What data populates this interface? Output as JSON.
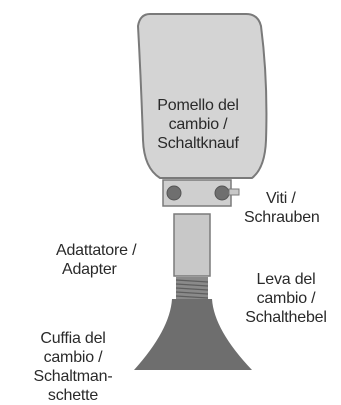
{
  "labels": {
    "knob": [
      "Pomello del",
      "cambio /",
      "Schaltknauf"
    ],
    "screws": [
      "Viti /",
      "Schrauben"
    ],
    "adapter": [
      "Adattatore /",
      "Adapter"
    ],
    "lever": [
      "Leva del",
      "cambio /",
      "Schalthebel"
    ],
    "boot": [
      "Cuffia del",
      "cambio /",
      "Schaltman-",
      "schette"
    ]
  },
  "colors": {
    "knob_fill": "#d4d4d4",
    "outline": "#7a7a7a",
    "part_fill": "#c8c8c8",
    "boot_fill": "#6e6e6e",
    "thread_fill": "#8a8a8a",
    "text": "#2a2a2a"
  }
}
